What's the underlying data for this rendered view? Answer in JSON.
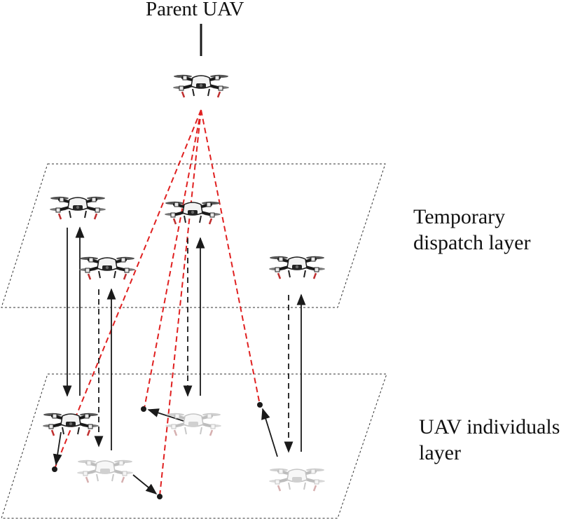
{
  "labels": {
    "parent": "Parent UAV",
    "dispatch_line1": "Temporary",
    "dispatch_line2": "dispatch layer",
    "individuals_line1": "UAV individuals",
    "individuals_line2": "layer"
  },
  "colors": {
    "black_line": "#1a1a1a",
    "red_dashed": "#e02020",
    "drone_dark": "#2a2a2a",
    "drone_light": "#c8c8c8",
    "plane_border": "#333333"
  },
  "drones": [
    {
      "id": "parent",
      "tone": "dark"
    },
    {
      "id": "dispatch-1",
      "tone": "dark"
    },
    {
      "id": "dispatch-2",
      "tone": "dark"
    },
    {
      "id": "dispatch-3",
      "tone": "dark"
    },
    {
      "id": "dispatch-4",
      "tone": "dark"
    },
    {
      "id": "individual-1",
      "tone": "dark"
    },
    {
      "id": "individual-2",
      "tone": "light"
    },
    {
      "id": "individual-3",
      "tone": "light"
    },
    {
      "id": "individual-4",
      "tone": "light"
    }
  ]
}
